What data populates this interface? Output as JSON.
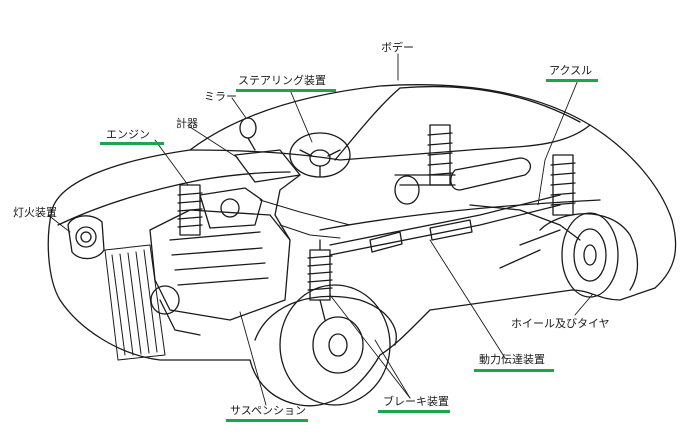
{
  "labels": {
    "body": "ボデー",
    "steering": "ステアリング装置",
    "mirror": "ミラー",
    "meter": "計器",
    "engine": "エンジン",
    "lighting": "灯火装置",
    "axle": "アクスル",
    "wheel_tire": "ホイール及びタイヤ",
    "power_train": "動力伝達装置",
    "brake": "ブレーキ装置",
    "suspension": "サスペンション"
  },
  "highlighted": [
    "steering",
    "engine",
    "axle",
    "power_train",
    "brake",
    "suspension"
  ],
  "colors": {
    "line": "#1a1a1a",
    "highlight": "#1aa64a",
    "background": "#ffffff"
  }
}
